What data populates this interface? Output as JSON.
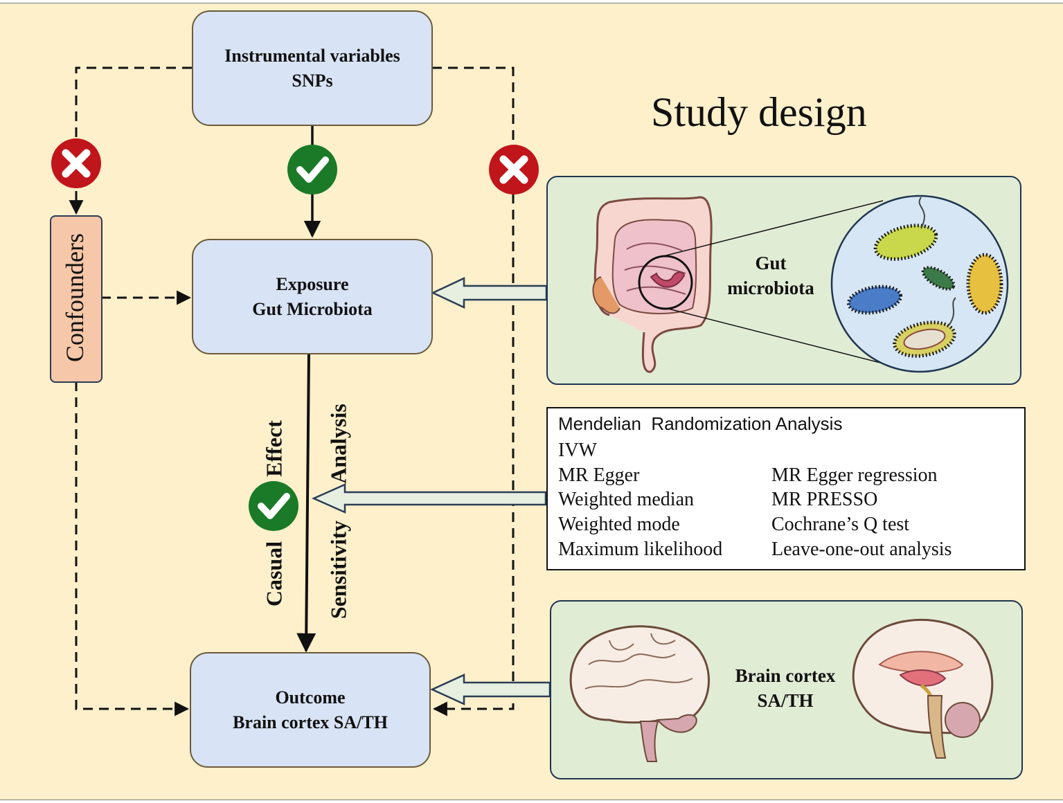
{
  "title": "Study design",
  "nodes": {
    "instruments": {
      "line1": "Instrumental variables",
      "line2": "SNPs"
    },
    "exposure": {
      "line1": "Exposure",
      "line2": "Gut Microbiota"
    },
    "outcome": {
      "line1": "Outcome",
      "line2": "Brain cortex SA/TH"
    },
    "confounders": "Confounders"
  },
  "edge_labels": {
    "causal_word1": "Casual",
    "causal_word2": "Effect",
    "sensitivity_word1": "Sensitivity",
    "sensitivity_word2": "Analysis"
  },
  "gut_panel": {
    "line1": "Gut",
    "line2": "microbiota"
  },
  "brain_panel": {
    "line1": "Brain cortex",
    "line2": "SA/TH"
  },
  "mr_box": {
    "title": "Mendelian  Randomization Analysis",
    "left_items": [
      "IVW",
      "MR Egger",
      "Weighted median",
      "Weighted mode",
      "Maximum likelihood"
    ],
    "right_items": [
      "MR Egger regression",
      "MR PRESSO",
      "Cochrane’s Q test",
      "Leave-one-out analysis"
    ]
  },
  "colors": {
    "background": "#fdf0cb",
    "node_fill": "#d8e3f5",
    "confounder_fill": "#f6c7a8",
    "panel_fill": "#e1ecd5",
    "valid_mark": "#1a7a28",
    "invalid_mark": "#c0151a"
  },
  "icons": [
    "x-mark-icon",
    "check-mark-icon",
    "intestine-icon",
    "bacteria-icon",
    "brain-icon",
    "brain-sagittal-icon"
  ]
}
